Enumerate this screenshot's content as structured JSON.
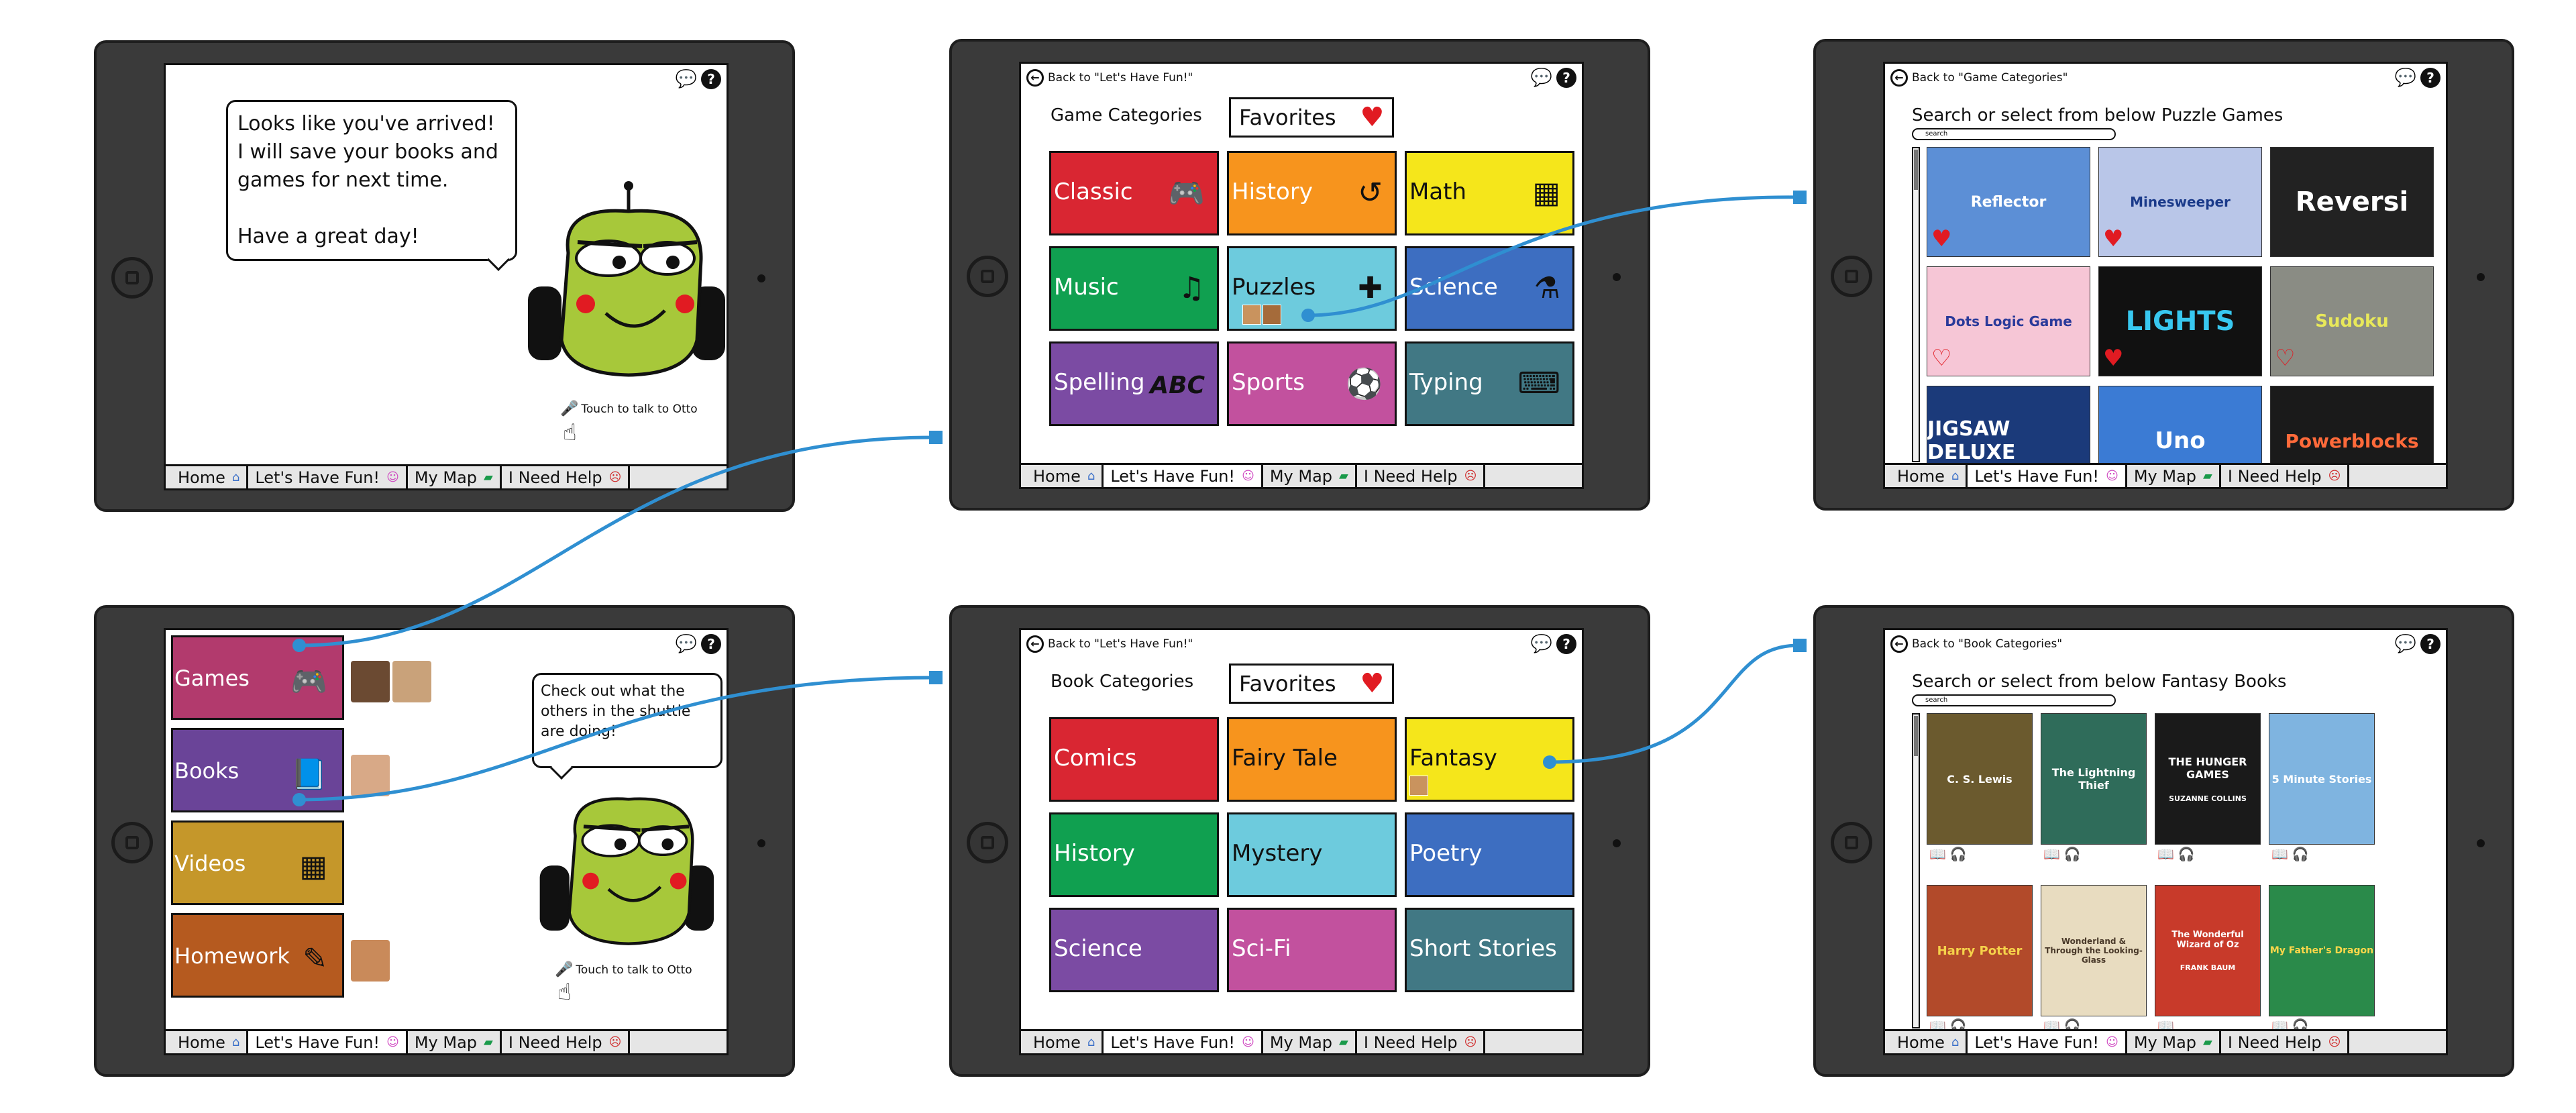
{
  "tabbar": {
    "items": [
      {
        "label": "Home",
        "icon": "home-icon"
      },
      {
        "label": "Let's Have Fun!",
        "icon": "smile-icon"
      },
      {
        "label": "My Map",
        "icon": "map-icon"
      },
      {
        "label": "I Need Help",
        "icon": "sad-face-icon"
      }
    ]
  },
  "tablet_arrival": {
    "bubble_line1": "Looks like you've arrived!",
    "bubble_line2": "I will save your books and",
    "bubble_line3": "games for next time.",
    "bubble_line4": "Have a great day!",
    "talk_label": "Touch to talk to Otto",
    "active_tab": "Home"
  },
  "tablet_game_categories": {
    "back_label": "Back to \"Let's Have Fun!\"",
    "section_label": "Game Categories",
    "favorites_label": "Favorites",
    "tiles": [
      {
        "label": "Classic",
        "color": "#d92632",
        "icon": "gamepad-icon"
      },
      {
        "label": "History",
        "color": "#f7941d",
        "icon": "history-icon"
      },
      {
        "label": "Math",
        "color": "#f5e61b",
        "icon": "calculator-icon"
      },
      {
        "label": "Music",
        "color": "#10a050",
        "icon": "music-note-icon"
      },
      {
        "label": "Puzzles",
        "color": "#6dcbdd",
        "icon": "puzzle-piece-icon"
      },
      {
        "label": "Science",
        "color": "#3d6ec1",
        "icon": "flask-icon"
      },
      {
        "label": "Spelling",
        "color": "#7b4ba3",
        "icon": "abc-icon"
      },
      {
        "label": "Sports",
        "color": "#c2519e",
        "icon": "soccer-ball-icon"
      },
      {
        "label": "Typing",
        "color": "#417884",
        "icon": "keyboard-icon"
      }
    ],
    "abc_text": "ABC"
  },
  "tablet_puzzle_games": {
    "back_label": "Back to \"Game Categories\"",
    "search_title": "Search or select from below Puzzle Games",
    "search_placeholder": "search",
    "games": [
      {
        "title": "Reflector",
        "color": "#5c8fd6"
      },
      {
        "title": "Minesweeper",
        "color": "#b9c6e8"
      },
      {
        "title": "Reversi",
        "color": "#222222"
      },
      {
        "title": "Dots Logic Game",
        "color": "#f6c6d6"
      },
      {
        "title": "LIGHTS",
        "color": "#111111"
      },
      {
        "title": "Sudoku",
        "color": "#8a8c84"
      },
      {
        "title": "JIGSAW DELUXE",
        "color": "#1b3a7a"
      },
      {
        "title": "Uno",
        "color": "#3b7bd4"
      },
      {
        "title": "Powerblocks",
        "color": "#1a1a1a"
      }
    ]
  },
  "tablet_main_menu": {
    "menu": [
      {
        "label": "Games",
        "color": "#b23a6d",
        "icon": "gamepad-icon"
      },
      {
        "label": "Books",
        "color": "#6a4498",
        "icon": "book-icon"
      },
      {
        "label": "Videos",
        "color": "#c5972a",
        "icon": "film-icon"
      },
      {
        "label": "Homework",
        "color": "#b55a1f",
        "icon": "pencil-note-icon"
      }
    ],
    "bubble_line1": "Check out what the",
    "bubble_line2": "others in the shuttle",
    "bubble_line3": "are doing!",
    "talk_label": "Touch to talk to Otto",
    "active_tab": "Let's Have Fun!"
  },
  "tablet_book_categories": {
    "back_label": "Back to \"Let's Have Fun!\"",
    "section_label": "Book Categories",
    "favorites_label": "Favorites",
    "tiles": [
      {
        "label": "Comics",
        "color": "#d92632"
      },
      {
        "label": "Fairy Tale",
        "color": "#f7941d"
      },
      {
        "label": "Fantasy",
        "color": "#f5e61b"
      },
      {
        "label": "History",
        "color": "#10a050"
      },
      {
        "label": "Mystery",
        "color": "#6dcbdd"
      },
      {
        "label": "Poetry",
        "color": "#3d6ec1"
      },
      {
        "label": "Science",
        "color": "#7b4ba3"
      },
      {
        "label": "Sci-Fi",
        "color": "#c2519e"
      },
      {
        "label": "Short Stories",
        "color": "#417884"
      }
    ]
  },
  "tablet_fantasy_books": {
    "back_label": "Back to \"Book Categories\"",
    "search_title": "Search or select from below Fantasy Books",
    "search_placeholder": "search",
    "books": [
      {
        "title": "C. S. Lewis",
        "color": "#6b5a2e"
      },
      {
        "title": "The Lightning Thief",
        "color": "#2f6c5a"
      },
      {
        "title": "THE HUNGER GAMES",
        "color": "#1a1a1a"
      },
      {
        "title": "5 Minute Stories",
        "color": "#7fb4e0"
      },
      {
        "title": "Harry Potter",
        "color": "#b24a2a"
      },
      {
        "title": "Wonderland & Through the Looking-Glass",
        "color": "#e8dcc0"
      },
      {
        "title": "The Wonderful Wizard of Oz",
        "color": "#c83a2a"
      },
      {
        "title": "My Father's Dragon",
        "color": "#2a8a4a"
      }
    ],
    "extra_name_1": "SUZANNE COLLINS",
    "extra_name_2": "FRANK BAUM"
  },
  "colors": {
    "connector": "#2f8fd1",
    "tablet_body": "#3a3a3a",
    "otto_body": "#a7c83a"
  }
}
